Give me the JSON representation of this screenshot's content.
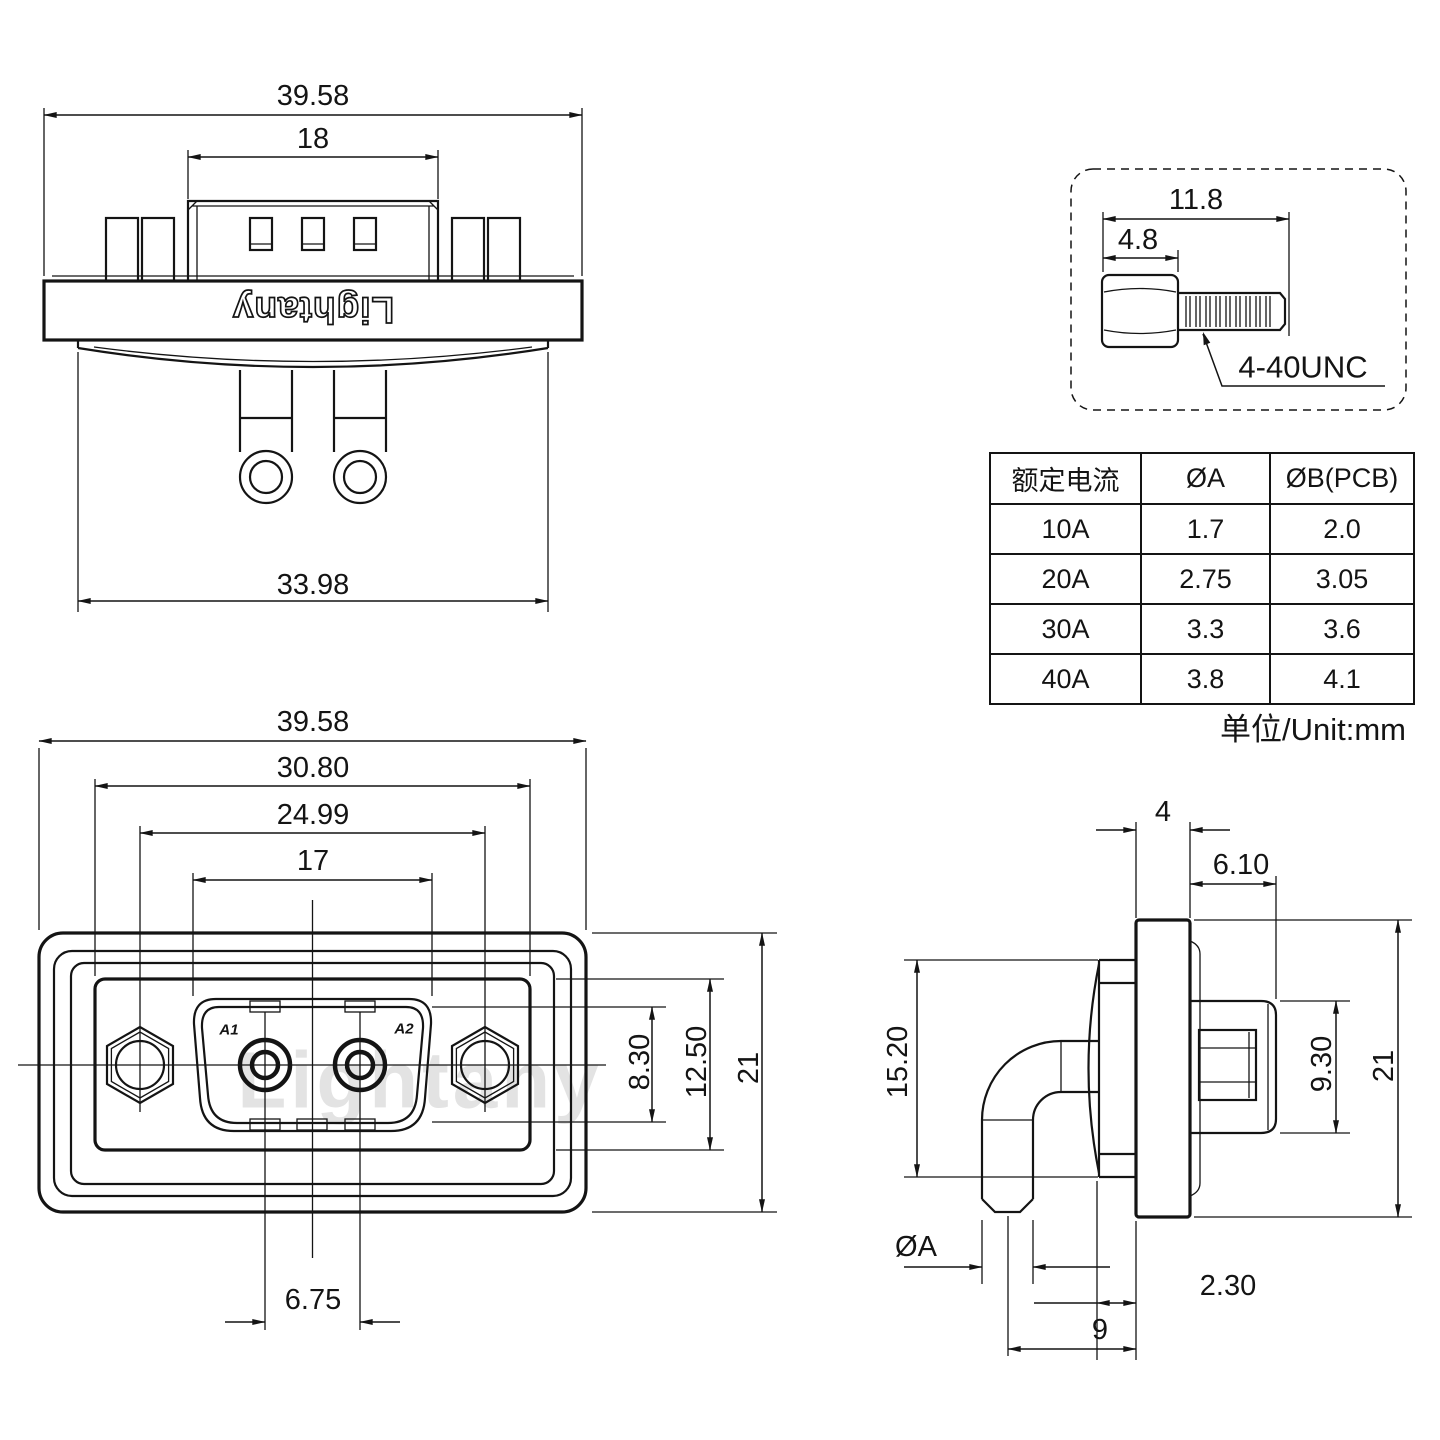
{
  "drawing": {
    "top_view": {
      "overall_width": "39.58",
      "shroud_width": "18",
      "insert_width": "33.98",
      "logo": "Lightany"
    },
    "screw_detail": {
      "overall_length": "11.8",
      "head_length": "4.8",
      "thread_spec": "4-40UNC"
    },
    "table": {
      "headers": [
        "额定电流",
        "ØA",
        "ØB(PCB)"
      ],
      "rows": [
        [
          "10A",
          "1.7",
          "2.0"
        ],
        [
          "20A",
          "2.75",
          "3.05"
        ],
        [
          "30A",
          "3.3",
          "3.6"
        ],
        [
          "40A",
          "3.8",
          "4.1"
        ]
      ],
      "unit_note": "单位/Unit:mm"
    },
    "front_view": {
      "overall_width": "39.58",
      "flange_width": "30.80",
      "mount_spacing": "24.99",
      "shell_width": "17",
      "opening_height": "8.30",
      "insert_height": "12.50",
      "overall_height": "21",
      "pin_spacing": "6.75",
      "pin1": "A1",
      "pin2": "A2",
      "watermark": "Lightany"
    },
    "side_view": {
      "flange_thickness": "4",
      "cap_depth": "6.10",
      "shell_height": "15.20",
      "cap_height": "9.30",
      "overall_height": "21",
      "pin_diameter": "ØA",
      "front_gap": "2.30",
      "pin_offset": "9"
    }
  }
}
